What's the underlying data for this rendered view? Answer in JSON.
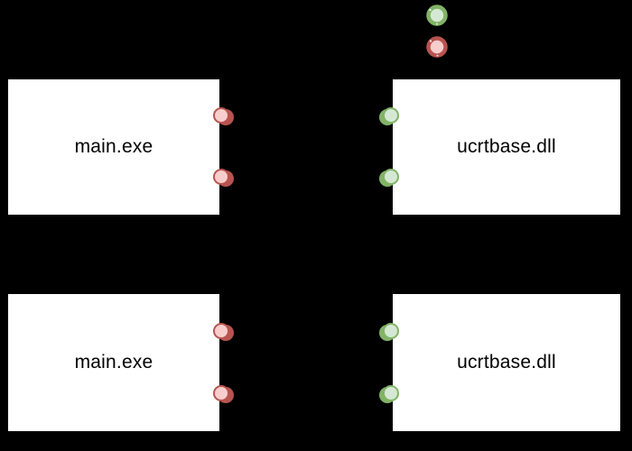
{
  "diagram": {
    "modules": [
      {
        "id": "main-top",
        "label": "main.exe",
        "port_side": "right",
        "port_color_name": "red",
        "port_count": 2
      },
      {
        "id": "ucrt-top",
        "label": "ucrtbase.dll",
        "port_side": "left",
        "port_color_name": "green",
        "port_count": 2
      },
      {
        "id": "main-bottom",
        "label": "main.exe",
        "port_side": "right",
        "port_color_name": "red",
        "port_count": 2
      },
      {
        "id": "ucrt-bottom",
        "label": "ucrtbase.dll",
        "port_side": "left",
        "port_color_name": "green",
        "port_count": 2
      }
    ],
    "legend": {
      "markers": [
        {
          "name": "green-marker",
          "ring": "#82b366",
          "fill": "#d5e8d4"
        },
        {
          "name": "red-marker",
          "ring": "#b85450",
          "fill": "#f8cecc"
        }
      ]
    },
    "colors": {
      "background": "#000000",
      "box_fill": "#ffffff",
      "box_border": "#000000",
      "label_text": "#000000",
      "red_ring": "#b85450",
      "red_fill": "#f8cecc",
      "green_ring": "#82b366",
      "green_fill": "#d5e8d4"
    }
  }
}
